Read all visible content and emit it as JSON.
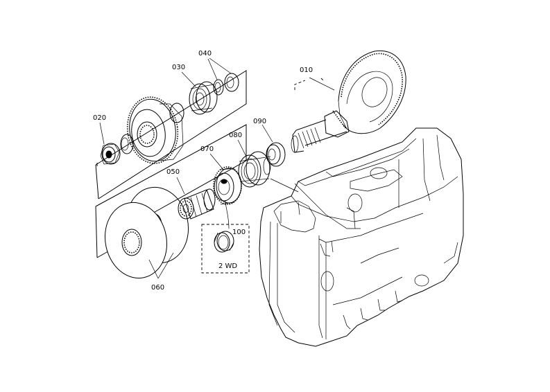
{
  "parts": [
    {
      "id": "p010",
      "label": "010",
      "name": "bevel-gear-pinion-shaft"
    },
    {
      "id": "p020",
      "label": "020",
      "name": "nut"
    },
    {
      "id": "p030",
      "label": "030",
      "name": "bearing"
    },
    {
      "id": "p040",
      "label": "040",
      "name": "shims"
    },
    {
      "id": "p050",
      "label": "050",
      "name": "splined-collar"
    },
    {
      "id": "p060",
      "label": "060",
      "name": "shim-plates"
    },
    {
      "id": "p070",
      "label": "070",
      "name": "gear"
    },
    {
      "id": "p080",
      "label": "080",
      "name": "bearing"
    },
    {
      "id": "p090",
      "label": "090",
      "name": "collar"
    },
    {
      "id": "p100",
      "label": "100",
      "name": "collar-2wd"
    }
  ],
  "variant_label": "2 WD"
}
